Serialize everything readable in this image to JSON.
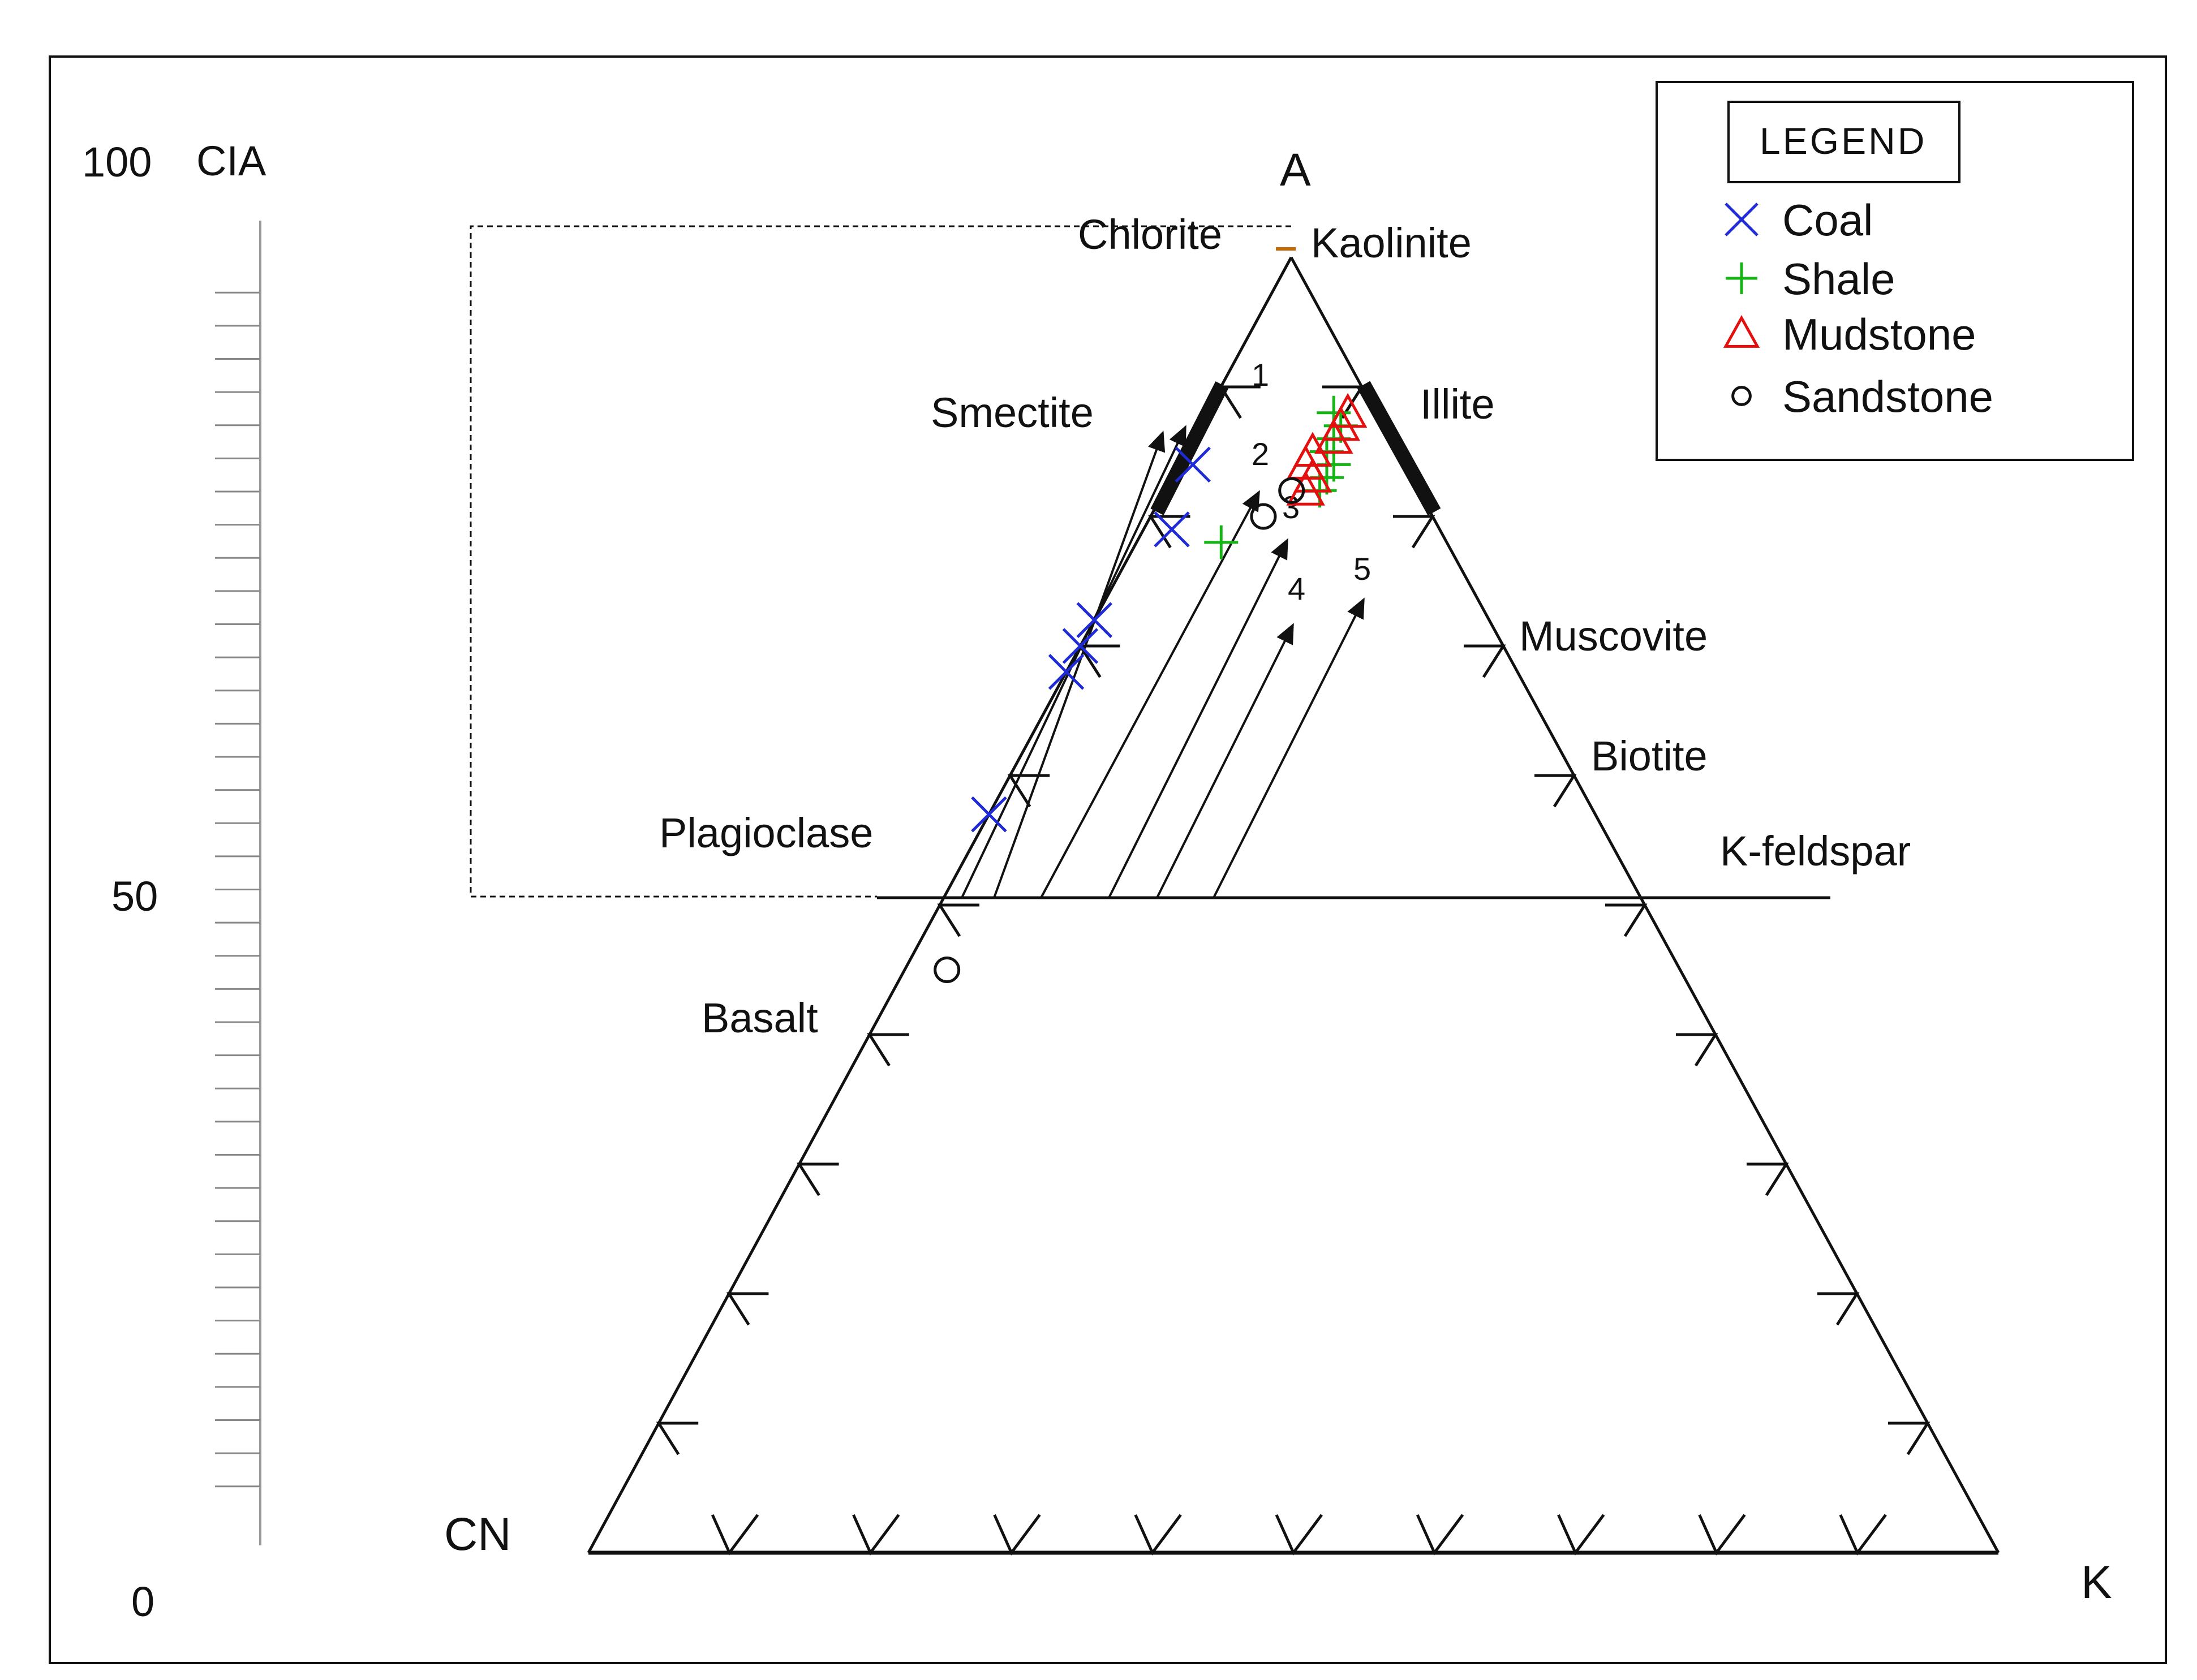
{
  "chart_data": {
    "type": "scatter",
    "subtype": "ternary A-CN-K diagram with CIA scale",
    "vertices": {
      "top": "A",
      "bottom_left": "CN",
      "bottom_right": "K"
    },
    "cia_axis": {
      "label": "CIA",
      "ticks": [
        {
          "value": 100,
          "label": "100"
        },
        {
          "value": 50,
          "label": "50"
        },
        {
          "value": 0,
          "label": "0"
        }
      ],
      "range": [
        0,
        100
      ]
    },
    "reference_labels": {
      "chlorite": "Chlorite",
      "kaolinite": "Kaolinite",
      "smectite": "Smectite",
      "illite": "Illite",
      "muscovite": "Muscovite",
      "biotite": "Biotite",
      "plagioclase": "Plagioclase",
      "k_feldspar": "K-feldspar",
      "basalt": "Basalt"
    },
    "trend_numbers": [
      "1",
      "2",
      "3",
      "4",
      "5"
    ],
    "legend": {
      "title": "LEGEND",
      "placement": "top-right",
      "entries": [
        {
          "name": "Coal",
          "marker": "x",
          "color": "#1f2bd6"
        },
        {
          "name": "Shale",
          "marker": "+",
          "color": "#16b516"
        },
        {
          "name": "Mudstone",
          "marker": "triangle",
          "color": "#e31010"
        },
        {
          "name": "Sandstone",
          "marker": "circle",
          "color": "#111111"
        }
      ]
    },
    "series": [
      {
        "name": "Coal",
        "points": [
          {
            "A": 84,
            "CN": 15,
            "K": 1
          },
          {
            "A": 79,
            "CN": 19,
            "K": 2
          },
          {
            "A": 72,
            "CN": 28,
            "K": 0
          },
          {
            "A": 70,
            "CN": 30,
            "K": 0
          },
          {
            "A": 68,
            "CN": 32,
            "K": 0
          },
          {
            "A": 57,
            "CN": 43,
            "K": 0
          }
        ]
      },
      {
        "name": "Shale",
        "points": [
          {
            "A": 85,
            "CN": 5,
            "K": 10
          },
          {
            "A": 86,
            "CN": 4,
            "K": 10
          },
          {
            "A": 87,
            "CN": 3,
            "K": 10
          },
          {
            "A": 84,
            "CN": 5,
            "K": 11
          },
          {
            "A": 83,
            "CN": 6,
            "K": 11
          },
          {
            "A": 88,
            "CN": 3,
            "K": 9
          },
          {
            "A": 82,
            "CN": 7,
            "K": 11
          },
          {
            "A": 78,
            "CN": 16,
            "K": 6
          }
        ]
      },
      {
        "name": "Mudstone",
        "points": [
          {
            "A": 88,
            "CN": 2,
            "K": 10
          },
          {
            "A": 87,
            "CN": 3,
            "K": 10
          },
          {
            "A": 86,
            "CN": 4,
            "K": 10
          },
          {
            "A": 85,
            "CN": 6,
            "K": 9
          },
          {
            "A": 84,
            "CN": 7,
            "K": 9
          },
          {
            "A": 83,
            "CN": 7,
            "K": 10
          },
          {
            "A": 82,
            "CN": 8,
            "K": 10
          }
        ]
      },
      {
        "name": "Sandstone",
        "points": [
          {
            "A": 82,
            "CN": 9,
            "K": 9
          },
          {
            "A": 80,
            "CN": 12,
            "K": 8
          },
          {
            "A": 45,
            "CN": 52,
            "K": 3
          }
        ]
      }
    ],
    "colors": {
      "coal": "#1f2bd6",
      "shale": "#16b516",
      "mudstone": "#e31010",
      "sandstone": "#111111",
      "axis": "#111111"
    }
  }
}
